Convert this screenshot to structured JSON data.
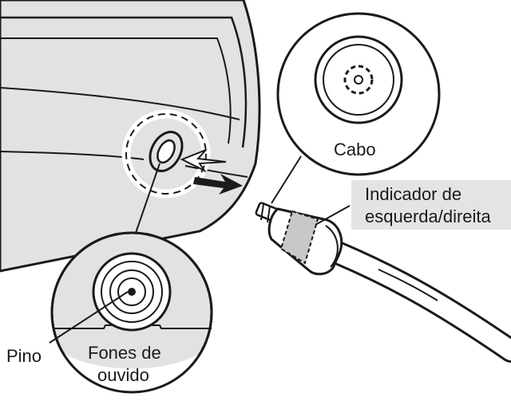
{
  "labels": {
    "cable": "Cabo",
    "indicator_line1": "Indicador de",
    "indicator_line2": "esquerda/direita",
    "pin": "Pino",
    "headphones_line1": "Fones de",
    "headphones_line2": "ouvido"
  },
  "colors": {
    "ink": "#1a1a1a",
    "device_fill": "#e2e2e2",
    "highlight_fill": "#c8c8c8",
    "label_box": "#e4e4e4",
    "paper": "#ffffff"
  }
}
